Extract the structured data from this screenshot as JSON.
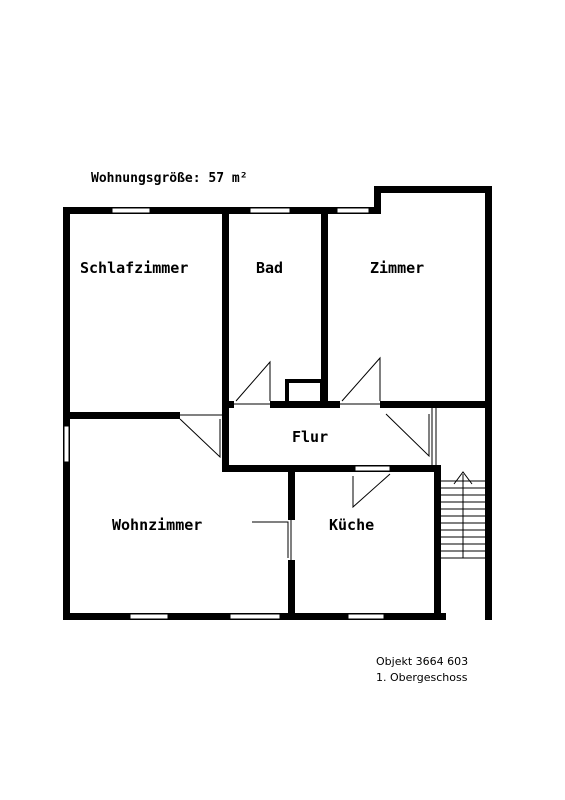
{
  "header": {
    "size_label": "Wohnungsgröße: 57 m²"
  },
  "rooms": {
    "schlafzimmer": "Schlafzimmer",
    "bad": "Bad",
    "zimmer": "Zimmer",
    "flur": "Flur",
    "wohnzimmer": "Wohnzimmer",
    "kueche": "Küche"
  },
  "footer": {
    "object_number": "Objekt 3664 603",
    "floor": "1. Obergeschoss"
  }
}
